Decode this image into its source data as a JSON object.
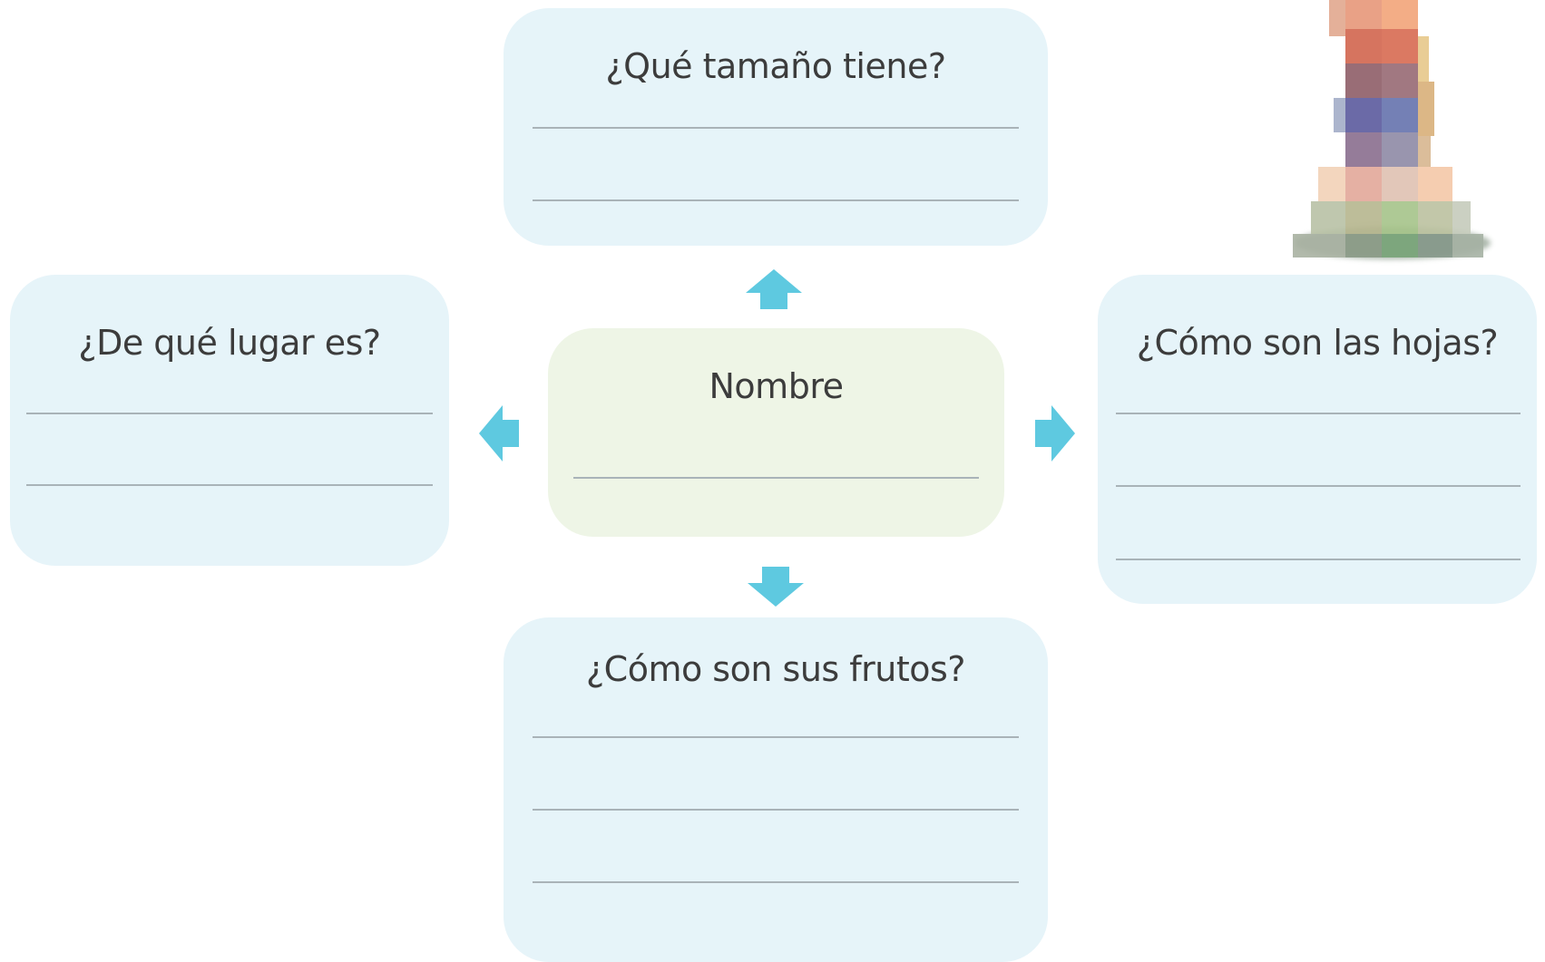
{
  "diagram": {
    "center": {
      "title": "Nombre",
      "color": "#eef5e6"
    },
    "boxes": {
      "top": {
        "title": "¿Qué tamaño tiene?"
      },
      "left": {
        "title": "¿De qué lugar es?"
      },
      "right": {
        "title": "¿Cómo son las hojas?"
      },
      "bottom": {
        "title": "¿Cómo son sus frutos?"
      }
    },
    "colors": {
      "box_fill": "#e6f4f9",
      "arrow": "#5ec9e0",
      "line": "#a9b3b8"
    }
  }
}
